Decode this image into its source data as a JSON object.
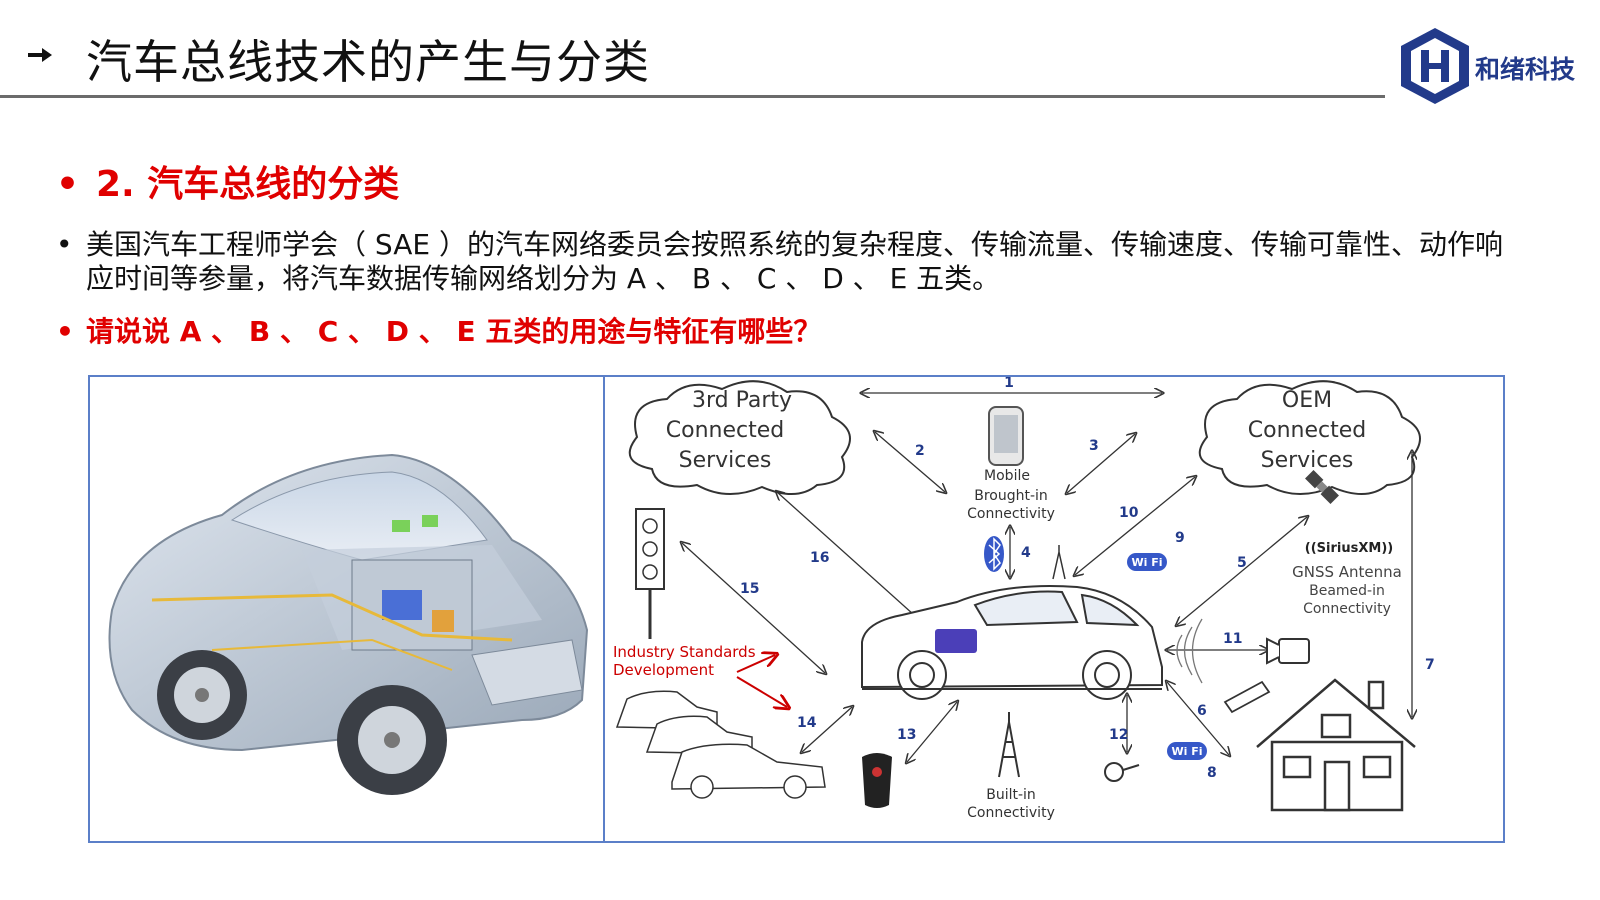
{
  "header": {
    "title": "汽车总线技术的产生与分类",
    "logo_text": "和绪科技"
  },
  "section_title": "2. 汽车总线的分类",
  "paragraph": "美国汽车工程师学会（ SAE ）的汽车网络委员会按照系统的复杂程度、传输流量、传输速度、传输可靠性、动作响应时间等参量，将汽车数据传输网络划分为 A 、 B 、 C 、 D 、 E 五类。",
  "question": "请说说 A 、 B 、 C 、 D 、 E 五类的用途与特征有哪些？",
  "diagram": {
    "cloud_left": [
      "3rd Party",
      "Connected",
      "Services"
    ],
    "cloud_right": [
      "OEM",
      "Connected",
      "Services"
    ],
    "mobile": [
      "Mobile",
      "Brought-in",
      "Connectivity"
    ],
    "gnss": [
      "GNSS Antenna",
      "Beamed-in",
      "Connectivity"
    ],
    "sirius": "((SiriusXM))",
    "industry": [
      "Industry Standards",
      "Development"
    ],
    "builtin": [
      "Built-in",
      "Connectivity"
    ],
    "wifi": "Wi Fi",
    "numbers": [
      "1",
      "2",
      "3",
      "4",
      "5",
      "6",
      "7",
      "8",
      "9",
      "10",
      "11",
      "12",
      "13",
      "14",
      "15",
      "16"
    ]
  },
  "colors": {
    "accent_red": "#e00000",
    "logo_blue": "#223a8a",
    "frame_blue": "#5b7fc8"
  }
}
